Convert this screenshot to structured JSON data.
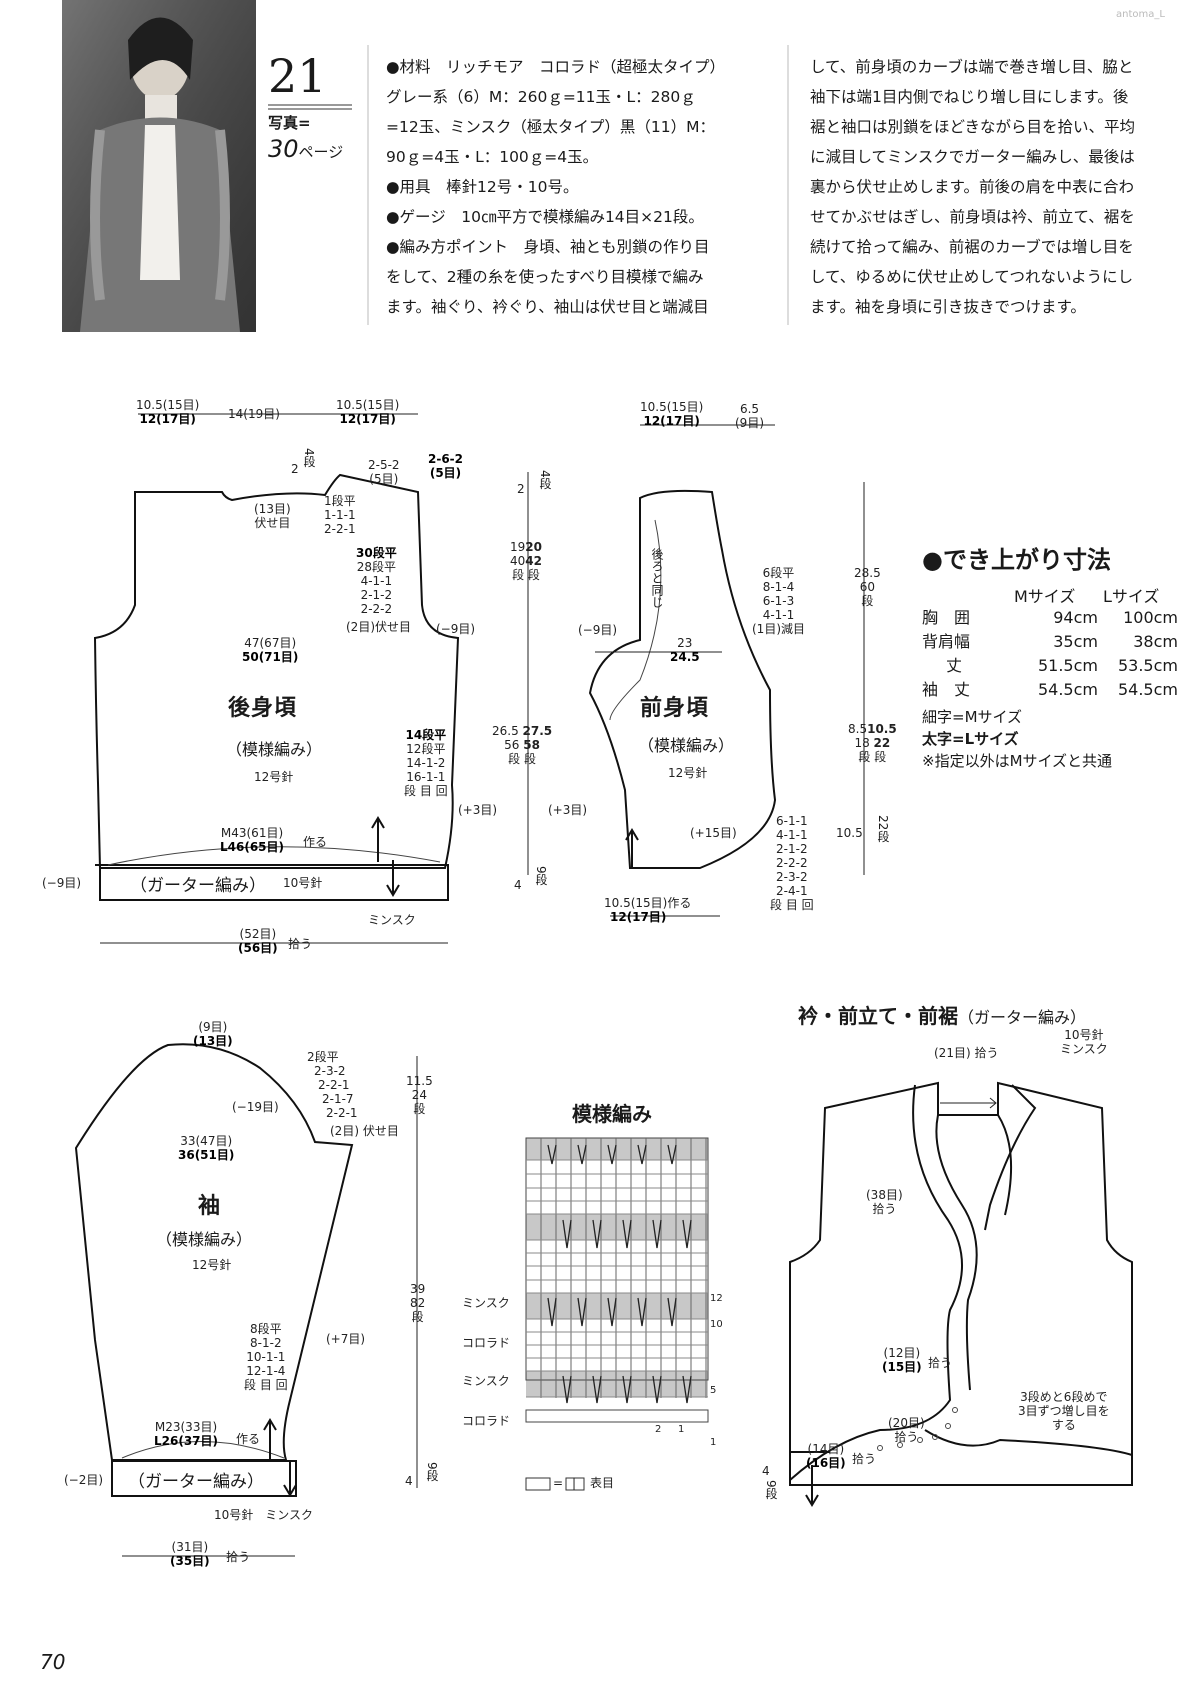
{
  "corner_watermark": "antoma_L",
  "header": {
    "number": "21",
    "photo_label": "写真=",
    "photo_page_num": "30",
    "photo_page_suffix": "ページ"
  },
  "instructions": {
    "col1": [
      "●材料　リッチモア　コロラド（超極太タイプ）",
      "グレー系（6）M：260ｇ=11玉・L：280ｇ",
      "=12玉、ミンスク（極太タイプ）黒（11）M：",
      "90ｇ=4玉・L：100ｇ=4玉。",
      "●用具　棒針12号・10号。",
      "●ゲージ　10㎝平方で模様編み14目×21段。",
      "●編み方ポイント　身頃、袖とも別鎖の作り目",
      "をして、2種の糸を使ったすべり目模様で編み",
      "ます。袖ぐり、衿ぐり、袖山は伏せ目と端減目"
    ],
    "col2": [
      "して、前身頃のカーブは端で巻き増し目、脇と",
      "袖下は端1目内側でねじり増し目にします。後",
      "裾と袖口は別鎖をほどきながら目を拾い、平均",
      "に減目してミンスクでガーター編みし、最後は",
      "裏から伏せ止めします。前後の肩を中表に合わ",
      "せてかぶせはぎし、前身頃は衿、前立て、裾を",
      "続けて拾って編み、前裾のカーブでは増し目を",
      "して、ゆるめに伏せ止めしてつれないようにし",
      "ます。袖を身頃に引き抜きでつけます。"
    ]
  },
  "back_body": {
    "title": "後身頃",
    "pattern": "（模様編み）",
    "needle": "12号針",
    "top_left_m": "10.5(15目)",
    "top_left_l": "12(17目)",
    "top_mid": "14(19目)",
    "top_right_m": "10.5(15目)",
    "top_right_l": "12(17目)",
    "neck_num": "2",
    "neck_dan_m": "4",
    "neck_dan_unit": "段",
    "shoulder_m": "2-5-2",
    "shoulder_m_count": "(5目)",
    "shoulder_l": "2-6-2",
    "shoulder_l_count": "(5目)",
    "neck_bind": "(13目)",
    "neck_bind2": "伏せ目",
    "neck_dec": [
      "1段平",
      "1-1-1",
      "2-2-1"
    ],
    "arm_dec": [
      "30段平",
      "28段平",
      "4-1-1",
      "2-1-2",
      "2-2-2"
    ],
    "arm_bind": "(2目)伏せ目",
    "arm_minus": "(−9目)",
    "chest_m": "47(67目)",
    "chest_l": "50(71目)",
    "side_inc": [
      "14段平",
      "12段平",
      "14-1-2",
      "16-1-1",
      "段 目 回"
    ],
    "side_plus": "(+3目)",
    "cast_m": "M43(61目)",
    "cast_l": "L46(65目)",
    "cast_label": "作る",
    "garter": "（ガーター編み）",
    "garter_needle": "10号針",
    "garter_minus": "(−9目)",
    "minsk": "ミンスク",
    "pick_m": "(52目)",
    "pick_l": "(56目)",
    "pick_label": "拾う"
  },
  "center_dims": {
    "top_num": "2",
    "top_dan": "4",
    "top_unit": "段",
    "arm_m": "19",
    "arm_l": "20",
    "arm_rows_m": "40",
    "arm_rows_l": "42",
    "arm_unit": "段",
    "body_m": "26.5",
    "body_l": "27.5",
    "body_rows_m": "56",
    "body_rows_l": "58",
    "body_unit": "段",
    "bottom_num": "4",
    "bottom_dan": "9",
    "bottom_unit": "段"
  },
  "front_body": {
    "title": "前身頃",
    "pattern": "（模様編み）",
    "needle": "12号針",
    "top_m": "10.5(15目)",
    "top_l": "12(17目)",
    "top_extra_m": "6.5",
    "top_extra_l": "(9目)",
    "same_as_back": "後ろと同じ",
    "neck_dec": [
      "6段平",
      "8-1-4",
      "6-1-3",
      "4-1-1"
    ],
    "neck_dec_last": "(1目)減目",
    "arm_minus": "(−9目)",
    "chest_m": "23",
    "chest_l": "24.5",
    "side_plus": "(+3目)",
    "curve_plus": "(+15目)",
    "curve_inc": [
      "6-1-1",
      "4-1-1",
      "2-1-2",
      "2-2-2",
      "2-3-2",
      "2-4-1",
      "段 目 回"
    ],
    "cast_m": "10.5(15目)",
    "cast_label": "作る",
    "cast_l": "12(17目)"
  },
  "right_dims": {
    "d1_m": "28.5",
    "d1_rows": "60",
    "d1_unit": "段",
    "d2_m": "8.5",
    "d2_l": "10.5",
    "d2_rows_m": "18",
    "d2_rows_l": "22",
    "d2_unit": "段",
    "d3_m": "10.5",
    "d3_rows": "22",
    "d3_unit": "段"
  },
  "finished": {
    "title": "●でき上がり寸法",
    "col_m": "Mサイズ",
    "col_l": "Lサイズ",
    "rows": [
      {
        "label": "胸　囲",
        "m": "94cm",
        "l": "100cm"
      },
      {
        "label": "背肩幅",
        "m": "35cm",
        "l": "38cm"
      },
      {
        "label": "丈",
        "m": "51.5cm",
        "l": "53.5cm"
      },
      {
        "label": "袖　丈",
        "m": "54.5cm",
        "l": "54.5cm"
      }
    ],
    "note1": "細字=Mサイズ",
    "note2": "太字=Lサイズ",
    "note3": "※指定以外はMサイズと共通"
  },
  "sleeve": {
    "title": "袖",
    "pattern": "（模様編み）",
    "needle": "12号針",
    "top_m": "(9目)",
    "top_l": "(13目)",
    "cap_dec": [
      "2段平",
      "2-3-2",
      "2-2-1",
      "2-1-7",
      "2-2-1"
    ],
    "cap_bind": "(2目) 伏せ目",
    "cap_minus": "(−19目)",
    "width_m": "33(47目)",
    "width_l": "36(51目)",
    "cap_h": "11.5",
    "cap_rows": "24",
    "cap_unit": "段",
    "body_h": "39",
    "body_rows": "82",
    "body_unit": "段",
    "inc": [
      "8段平",
      "8-1-2",
      "10-1-1",
      "12-1-4",
      "段 目 回"
    ],
    "inc_plus": "(+7目)",
    "cast_m": "M23(33目)",
    "cast_l": "L26(37目)",
    "cast_label": "作る",
    "garter": "（ガーター編み）",
    "garter_minus": "(−2目)",
    "garter_needle": "10号針　ミンスク",
    "bottom_num": "4",
    "bottom_rows": "9",
    "bottom_unit": "段",
    "pick_m": "(31目)",
    "pick_l": "(35目)",
    "pick_label": "拾う"
  },
  "pattern_chart": {
    "title": "模様編み",
    "row_labels": [
      "ミンスク",
      "コロラド",
      "ミンスク",
      "コロラド"
    ],
    "row_nums": [
      "12",
      "10",
      "5",
      "1"
    ],
    "col_nums": [
      "2",
      "1"
    ],
    "legend_eq": "=",
    "legend_sym": "|",
    "legend_label": "表目"
  },
  "collar": {
    "title": "衿・前立て・前裾",
    "title_sub": "（ガーター編み）",
    "needle": "10号針",
    "yarn": "ミンスク",
    "pick_top": "(21目) 拾う",
    "pick_38": "(38目)",
    "pick_38_label": "拾う",
    "pick_12_m": "(12目)",
    "pick_12_l": "(15目)",
    "pick_12_label": "拾う",
    "pick_20": "(20目)",
    "pick_20_label": "拾う",
    "pick_14_m": "(14目)",
    "pick_14_l": "(16目)",
    "pick_14_label": "拾う",
    "note": [
      "3段めと6段めで",
      "3目ずつ増し目を",
      "する"
    ],
    "rows_num": "4",
    "rows_val": "9",
    "rows_unit": "段"
  },
  "page_number": "70"
}
